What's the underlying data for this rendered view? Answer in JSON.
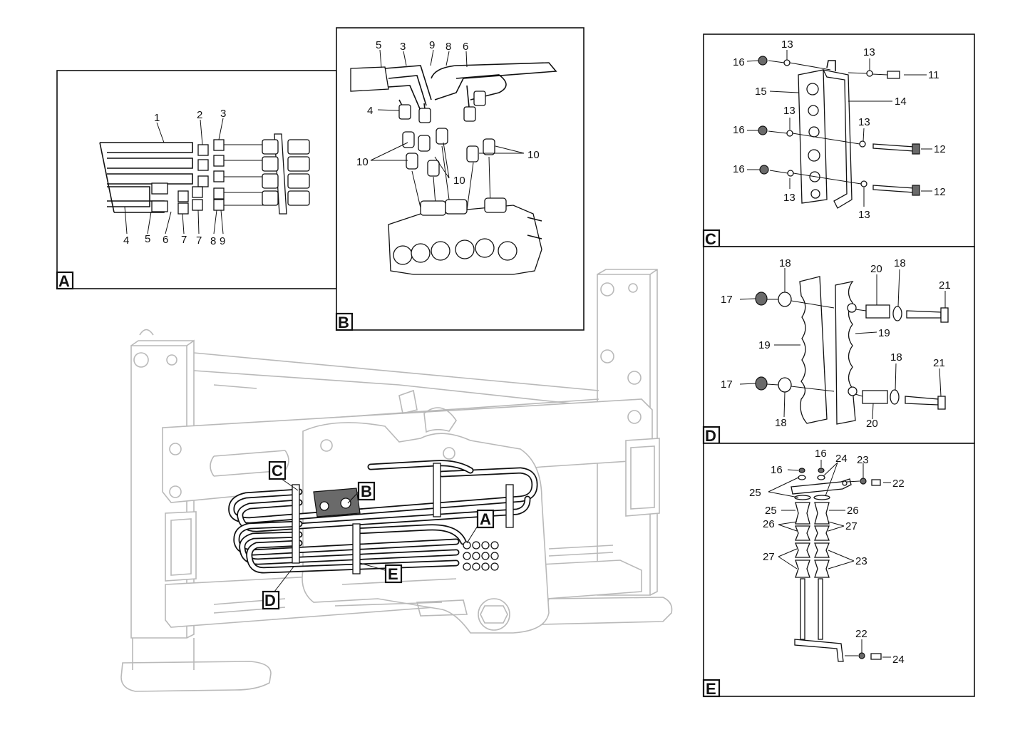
{
  "panels": {
    "A": {
      "tag": "A",
      "numbers": [
        "1",
        "2",
        "3",
        "4",
        "5",
        "6",
        "7",
        "7",
        "8",
        "9"
      ]
    },
    "B": {
      "tag": "B",
      "numbers": [
        "5",
        "3",
        "9",
        "8",
        "6",
        "4",
        "10",
        "10",
        "10"
      ]
    },
    "C": {
      "tag": "C",
      "numbers": [
        "16",
        "13",
        "13",
        "11",
        "15",
        "14",
        "16",
        "13",
        "13",
        "12",
        "16",
        "13",
        "12",
        "13"
      ]
    },
    "D": {
      "tag": "D",
      "numbers": [
        "18",
        "20",
        "18",
        "21",
        "17",
        "19",
        "19",
        "17",
        "18",
        "18",
        "21",
        "20"
      ]
    },
    "E": {
      "tag": "E",
      "numbers": [
        "16",
        "16",
        "24",
        "23",
        "22",
        "24",
        "25",
        "25",
        "26",
        "26",
        "27",
        "27",
        "23",
        "22"
      ]
    }
  },
  "main_tags": [
    "C",
    "B",
    "A",
    "E",
    "D"
  ]
}
